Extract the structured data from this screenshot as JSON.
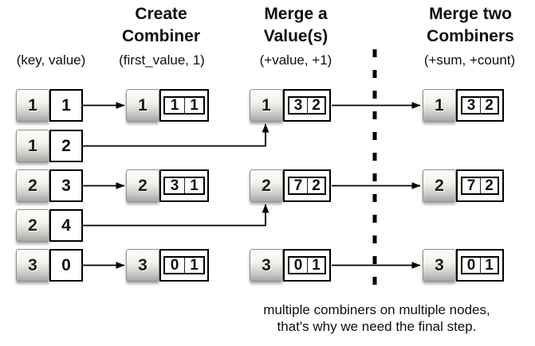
{
  "columns": {
    "create": {
      "title": "Create Combiner",
      "sublabel": "(first_value, 1)"
    },
    "merge_value": {
      "title": "Merge a Value(s)",
      "sublabel": "(+value, +1)"
    },
    "merge_combiners": {
      "title": "Merge two Combiners",
      "sublabel": "(+sum, +count)"
    }
  },
  "input_label": "(key, value)",
  "kv_pairs": [
    {
      "key": "1",
      "value": "1"
    },
    {
      "key": "1",
      "value": "2"
    },
    {
      "key": "2",
      "value": "3"
    },
    {
      "key": "2",
      "value": "4"
    },
    {
      "key": "3",
      "value": "0"
    }
  ],
  "create_combiner": [
    {
      "key": "1",
      "sum": "1",
      "count": "1"
    },
    {
      "key": "2",
      "sum": "3",
      "count": "1"
    },
    {
      "key": "3",
      "sum": "0",
      "count": "1"
    }
  ],
  "merge_value": [
    {
      "key": "1",
      "sum": "3",
      "count": "2"
    },
    {
      "key": "2",
      "sum": "7",
      "count": "2"
    },
    {
      "key": "3",
      "sum": "0",
      "count": "1"
    }
  ],
  "merge_combiners": [
    {
      "key": "1",
      "sum": "3",
      "count": "2"
    },
    {
      "key": "2",
      "sum": "7",
      "count": "2"
    },
    {
      "key": "3",
      "sum": "0",
      "count": "1"
    }
  ],
  "caption": {
    "line1": "multiple combiners on multiple nodes,",
    "line2": "that's why we need the final step."
  },
  "colors": {
    "background": "#ffffff",
    "box_border": "#000000",
    "key_gradient_top": "#fdfcf8",
    "key_gradient_bottom": "#a8a7a4",
    "text": "#0f0f0f"
  }
}
